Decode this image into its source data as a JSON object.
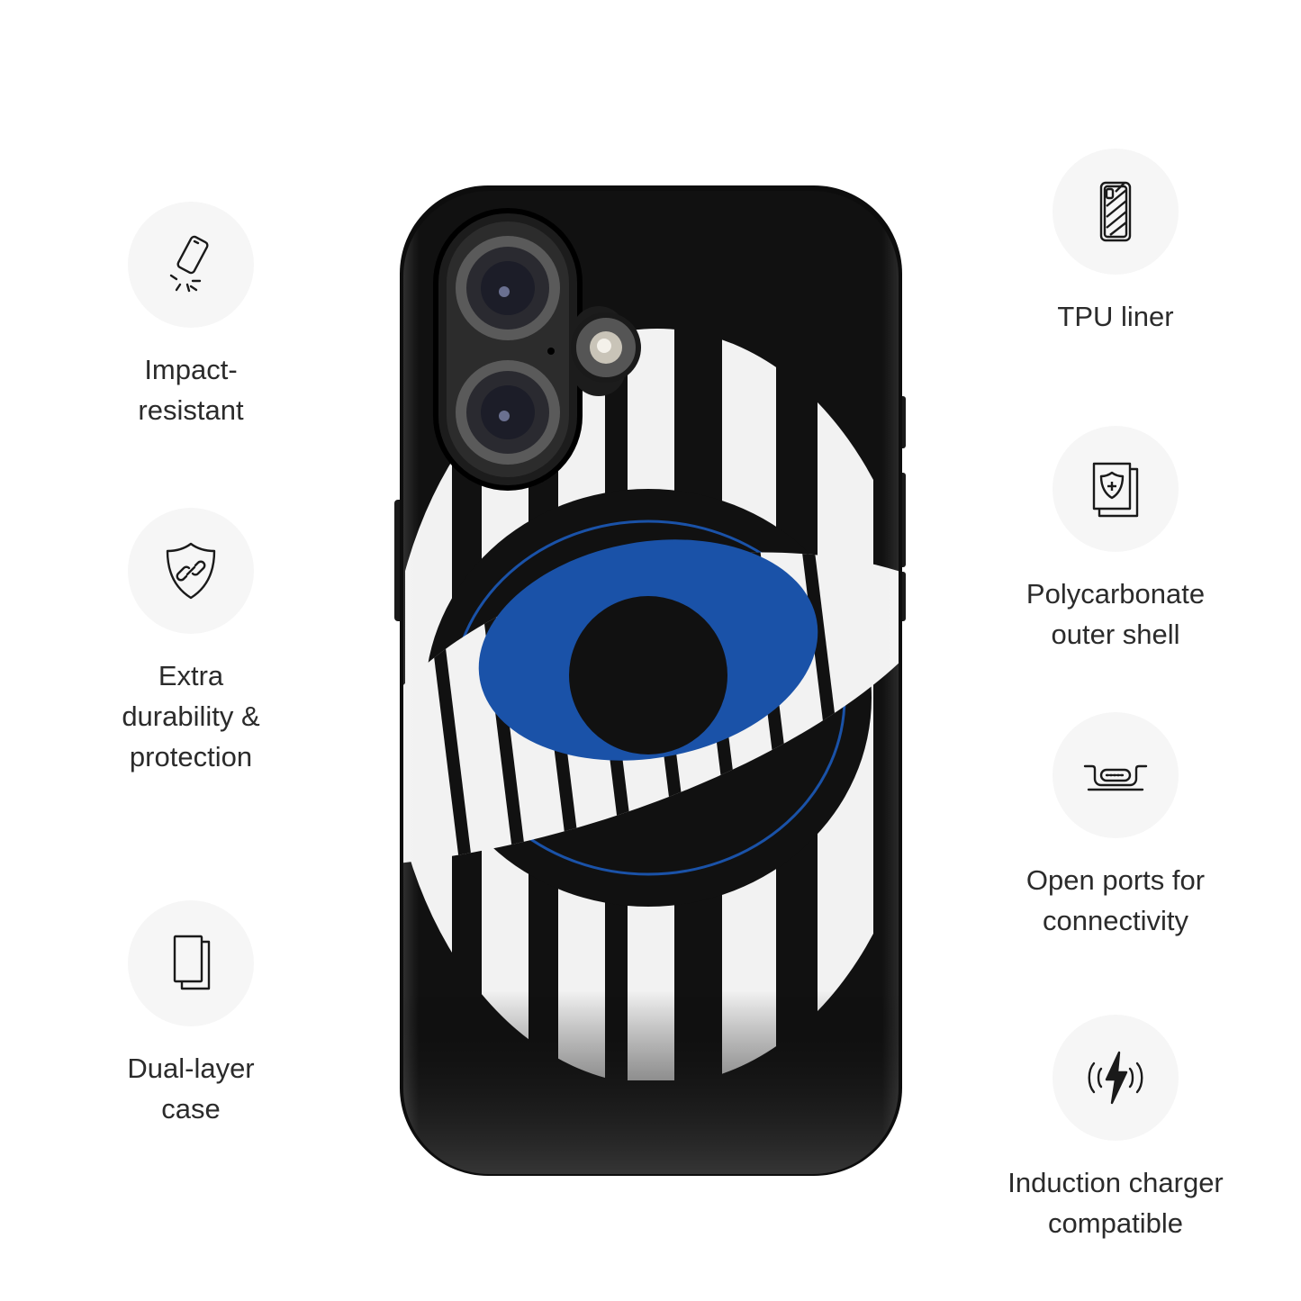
{
  "features": {
    "impact": {
      "icon": "phone-drop-icon",
      "label": "Impact-\nresistant"
    },
    "durability": {
      "icon": "shield-link-icon",
      "label": "Extra\ndurability &\nprotection"
    },
    "dual": {
      "icon": "dual-layer-icon",
      "label": "Dual-layer\ncase"
    },
    "tpu": {
      "icon": "tpu-liner-icon",
      "label": "TPU liner"
    },
    "poly": {
      "icon": "shield-layers-icon",
      "label": "Polycarbonate\nouter shell"
    },
    "ports": {
      "icon": "usb-port-icon",
      "label": "Open ports for\nconnectivity"
    },
    "induction": {
      "icon": "wireless-charging-icon",
      "label": "Induction charger\ncompatible"
    }
  },
  "product": {
    "case_color": "#111111",
    "stripe_color": "#f2f2f2",
    "iris_color": "#1a52a8",
    "ring_color": "#1a52a8"
  },
  "colors": {
    "icon_bg": "#f6f6f6",
    "text": "#2b2b2b",
    "icon_stroke": "#1a1a1a"
  }
}
